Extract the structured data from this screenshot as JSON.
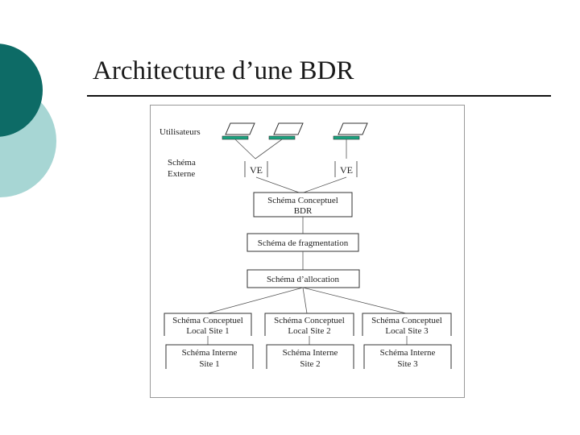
{
  "slide": {
    "title": "Architecture d’une BDR"
  },
  "theme": {
    "accent_dark": "#0d6b66",
    "accent_light": "#a7d6d4",
    "terminal_color": "#19a37f"
  },
  "diagram": {
    "users_label": "Utilisateurs",
    "external_schema_label_line1": "Schéma",
    "external_schema_label_line2": "Externe",
    "ve_labels": [
      "VE",
      "VE"
    ],
    "conceptual": {
      "line1": "Schéma Conceptuel",
      "line2": "BDR"
    },
    "fragmentation": "Schéma de fragmentation",
    "allocation": "Schéma d’allocation",
    "local_conceptual": [
      {
        "line1": "Schéma Conceptuel",
        "line2": "Local Site 1"
      },
      {
        "line1": "Schéma Conceptuel",
        "line2": "Local Site 2"
      },
      {
        "line1": "Schéma Conceptuel",
        "line2": "Local Site 3"
      }
    ],
    "internal": [
      {
        "line1": "Schéma Interne",
        "line2": "Site 1"
      },
      {
        "line1": "Schéma Interne",
        "line2": "Site 2"
      },
      {
        "line1": "Schéma Interne",
        "line2": "Site 3"
      }
    ]
  }
}
